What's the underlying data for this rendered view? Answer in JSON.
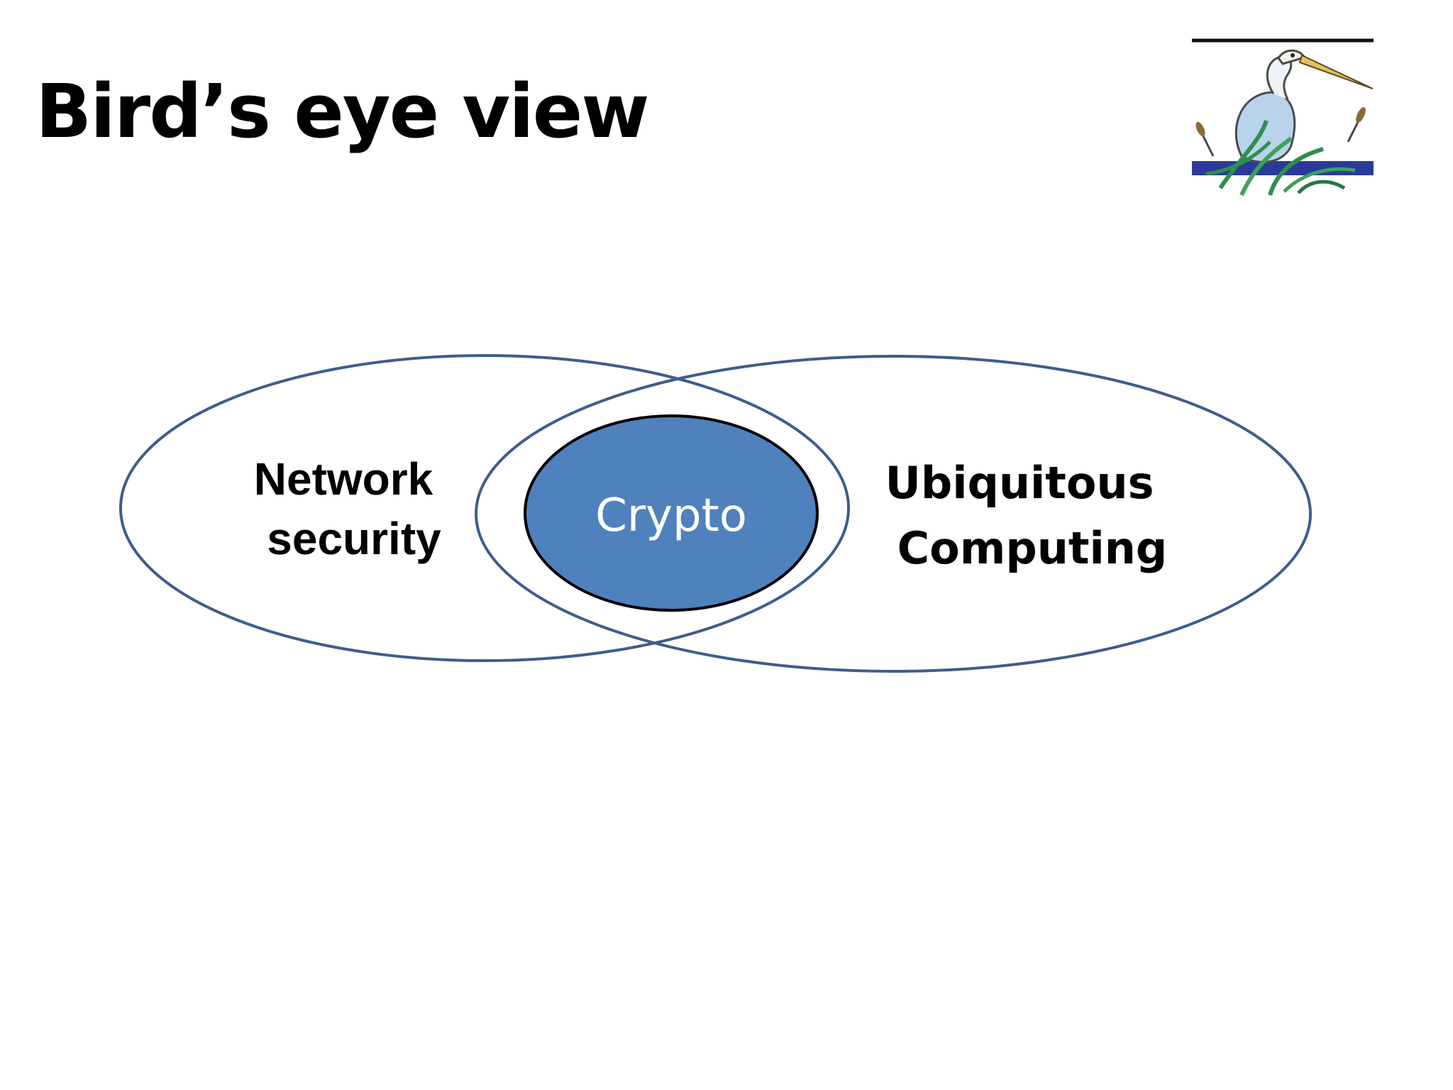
{
  "slide": {
    "title": "Bird’s eye view"
  },
  "diagram": {
    "left_set": {
      "line1": "Network",
      "line2": "security"
    },
    "right_set": {
      "line1": "Ubiquitous",
      "line2": "Computing"
    },
    "center_set": {
      "label": "Crypto"
    }
  },
  "logo": {
    "icon": "heron-icon"
  },
  "colors": {
    "ellipse_stroke": "#3f5d8c",
    "center_fill": "#4f81bd",
    "center_stroke": "#000000",
    "center_text": "#ffffff",
    "logo_bar": "#2b3a9a"
  }
}
